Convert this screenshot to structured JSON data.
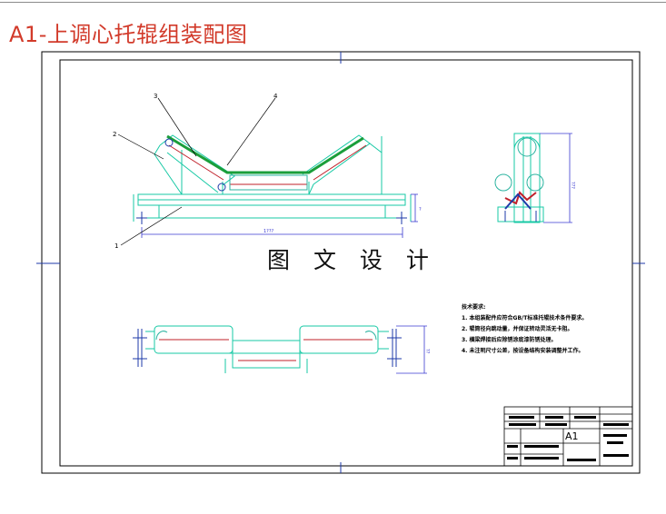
{
  "page": {
    "title": "A1-上调心托辊组装配图"
  },
  "watermark": "图 文 设 计",
  "drawing": {
    "part_labels": [
      "1",
      "2",
      "3",
      "4"
    ],
    "dimension_labels": {
      "front_width": "1???",
      "front_height": "?",
      "side_height": "???",
      "top_height": "??"
    },
    "technical_notes": {
      "heading": "技术要求:",
      "items": [
        "1. 本组装配件应符合GB/T标准托辊技术条件要求。",
        "2. 辊筒径向跳动量，并保证转动灵活无卡阻。",
        "3. 横梁焊接后应除锈涂底漆防锈处理。",
        "4. 未注明尺寸公差，按设备结构安装调整并工作。"
      ]
    },
    "title_block": {
      "sheet_code": "A1"
    }
  },
  "colors": {
    "title": "#d23a2a",
    "frame": "#000000",
    "structure": "#17c9a5",
    "roller_outline": "#2bb3a0",
    "belt": "#1a9e3a",
    "axis_line": "#c0202a",
    "dimension": "#3a3ad0",
    "leader": "#000000"
  }
}
